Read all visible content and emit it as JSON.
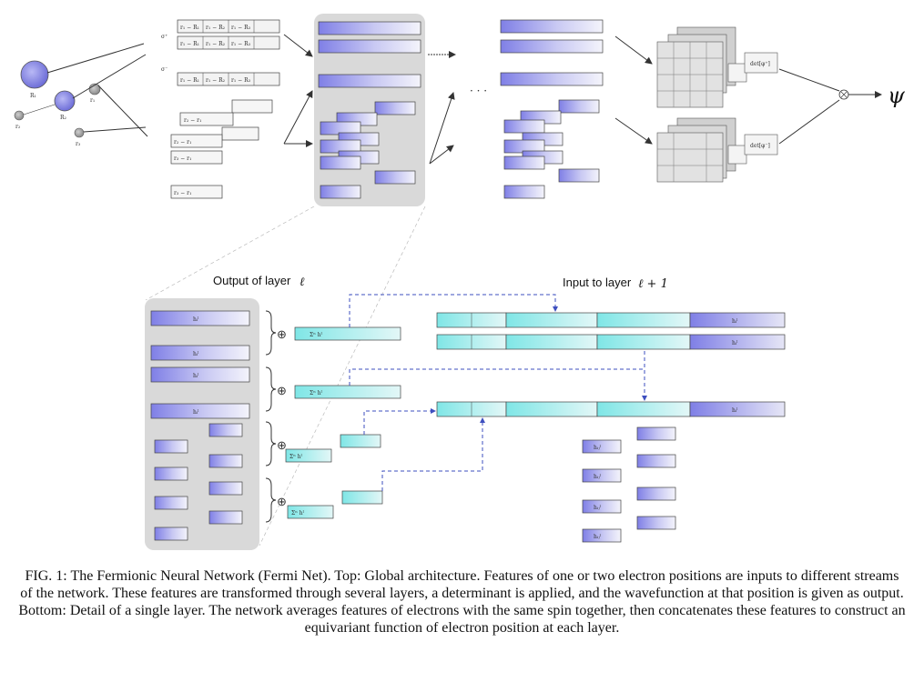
{
  "figure": {
    "top": {
      "nucleus_labels": [
        "R₁",
        "R₂"
      ],
      "electron_labels": [
        "r₁",
        "r₂",
        "r₃"
      ],
      "spin_labels": [
        "σ⁺",
        "σ⁻"
      ],
      "pair_cells": [
        "r₁ − R₁",
        "r₁ − R₂",
        "r₁ − R₃"
      ],
      "pair_electron_cells": [
        "r₂ − r₁",
        "r₃ − r₁"
      ],
      "ellipsis": "· · ·",
      "output_symbol": "ψ",
      "det_labels": [
        "det[φ⁺]",
        "det[φ⁻]"
      ]
    },
    "bottom": {
      "output_label_text": "Output of layer",
      "output_label_math": "ℓ",
      "input_label_text": "Input to layer",
      "input_label_math": "ℓ + 1",
      "sum_symbol": "⊕",
      "cell_one": "hᵢˡ",
      "cell_two": "hᵢⱼˡ",
      "avg_cell": "Σⁿ hˡ"
    }
  },
  "caption": {
    "text": "FIG. 1: The Fermionic Neural Network (Fermi Net). Top: Global architecture. Features of one or two electron positions are inputs to different streams of the network. These features are transformed through several layers, a determinant is applied, and the wavefunction at that position is given as output. Bottom: Detail of a single layer. The network averages features of electrons with the same spin together, then concatenates these features to construct an equivariant function of electron position at each layer."
  }
}
